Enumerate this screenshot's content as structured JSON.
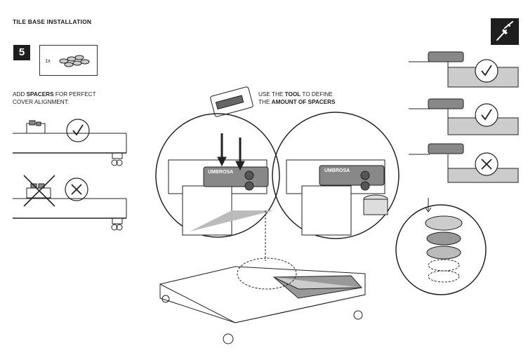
{
  "title": "TILE BASE INSTALLATION",
  "step": {
    "number": "5",
    "kit_quantity": "1x"
  },
  "spacer_instruction": {
    "line1_prefix": "ADD ",
    "line1_bold": "SPACERS",
    "line1_suffix": " FOR PERFECT",
    "line2": "COVER ALIGNMENT:"
  },
  "tool_instruction": {
    "line1_prefix": "USE THE ",
    "line1_bold": "TOOL",
    "line1_suffix": " TO DEFINE",
    "line2_prefix": "THE ",
    "line2_bold": "AMOUNT OF SPACERS"
  },
  "brand_label": "UMBROSA",
  "checks": {
    "left_correct": "check-icon",
    "left_wrong": "cross-icon",
    "right_row1": "check-icon",
    "right_row2": "check-icon",
    "right_row3": "cross-icon"
  },
  "icons": {
    "tool_badge": "screwdriver-icon"
  }
}
